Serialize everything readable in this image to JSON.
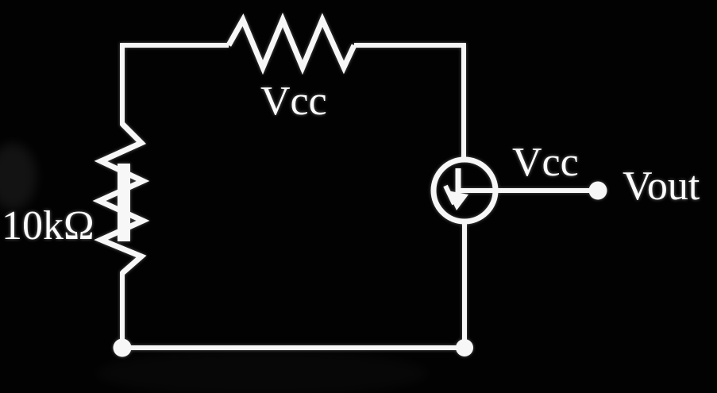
{
  "diagram": {
    "type": "circuit-schematic",
    "colors": {
      "background": "#020202",
      "stroke": "#f7f7f7",
      "label_text": "#fbfbfb"
    },
    "labels": {
      "top_resistor": "Vcc",
      "left_resistor_value": "10kΩ",
      "current_source": "Vcc",
      "output_terminal": "Vout"
    },
    "components": [
      {
        "name": "top-resistor",
        "kind": "resistor",
        "label": "Vcc"
      },
      {
        "name": "left-resistor",
        "kind": "resistor",
        "label": "10kΩ"
      },
      {
        "name": "current-source",
        "kind": "current-source-circle-with-down-arrow",
        "label": "Vcc"
      },
      {
        "name": "output-node",
        "kind": "terminal-dot",
        "label": "Vout"
      },
      {
        "name": "bottom-rail",
        "kind": "wire-with-junction-dots",
        "label": ""
      }
    ]
  }
}
